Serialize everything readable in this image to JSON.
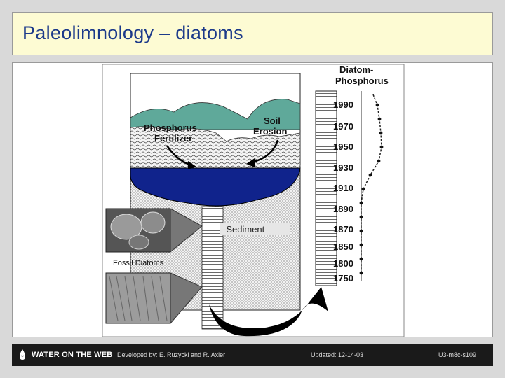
{
  "slide": {
    "title": "Paleolimnology – diatoms"
  },
  "diagram": {
    "chart_header_line1": "Diatom-",
    "chart_header_line2": "Phosphorus",
    "label_phosphorus_line1": "Phosphorus",
    "label_phosphorus_line2": "Fertilizer",
    "label_soil_line1": "Soil",
    "label_soil_line2": "Erosion",
    "label_sediment": "-Sediment",
    "label_fossil": "Fossil Diatoms",
    "years": [
      "1990",
      "1970",
      "1950",
      "1930",
      "1910",
      "1890",
      "1870",
      "1850",
      "1800",
      "1750"
    ],
    "phosphorus_profile_note": "diatom-inferred phosphorus rises toward recent years",
    "colors": {
      "lake": "#10238c",
      "hills": "#5fa99a",
      "sediment": "#e6e6e6",
      "title": "#1c3a8a",
      "arrow": "#000000"
    }
  },
  "footer": {
    "logo_text": "WATER ON THE WEB",
    "credit": "Developed by: E. Ruzycki and R. Axler",
    "updated": "Updated: 12-14-03",
    "code": "U3-m8c-s109"
  }
}
